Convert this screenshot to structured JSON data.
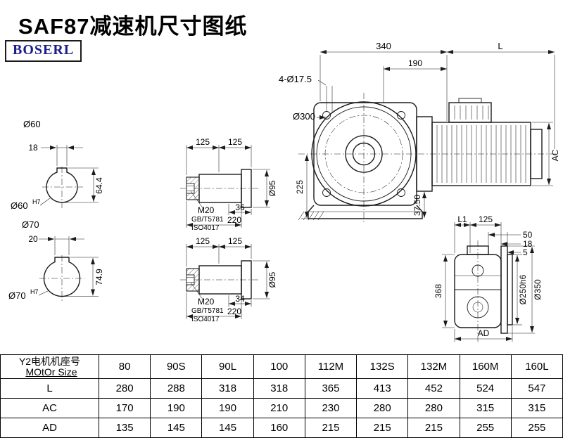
{
  "header": {
    "title": "SAF87减速机尺寸图纸",
    "logo": "BOSERL"
  },
  "drawing": {
    "cs1": {
      "dia": "Ø60",
      "key_w": "18",
      "key_h": "64.4",
      "bore": "Ø60",
      "bore_tol": "H7"
    },
    "cs2": {
      "dia": "Ø70",
      "key_w": "20",
      "key_h": "74.9",
      "bore": "Ø70",
      "bore_tol": "H7"
    },
    "shaft1": {
      "dim_a": "125",
      "dim_b": "125",
      "thread": "M20",
      "std1": "GB/T5781",
      "std2": "ISO4017",
      "key_len": "36",
      "total_len": "220",
      "dia": "Ø95"
    },
    "shaft2": {
      "dim_a": "125",
      "dim_b": "125",
      "thread": "M20",
      "std1": "GB/T5781",
      "std2": "ISO4017",
      "key_len": "34",
      "total_len": "220",
      "dia": "Ø95"
    },
    "front": {
      "dim_340": "340",
      "dim_L": "L",
      "dim_190": "190",
      "holes": "4-Ø17.5",
      "dia_300": "Ø300",
      "dim_225": "225",
      "dim_375": "37.50",
      "dim_AC": "AC"
    },
    "side": {
      "dim_L1": "L1",
      "dim_125": "125",
      "dim_50": "50",
      "dim_18": "18",
      "dim_5": "5",
      "dim_368": "368",
      "dia_250": "Ø250h6",
      "dia_350": "Ø350",
      "dim_AD": "AD"
    }
  },
  "table": {
    "row_header_cn": "Y2电机机座号",
    "row_header_en": "MOtOr Size",
    "sizes": [
      "80",
      "90S",
      "90L",
      "100",
      "112M",
      "132S",
      "132M",
      "160M",
      "160L"
    ],
    "rows": [
      {
        "label": "L",
        "values": [
          "280",
          "288",
          "318",
          "318",
          "365",
          "413",
          "452",
          "524",
          "547"
        ]
      },
      {
        "label": "AC",
        "values": [
          "170",
          "190",
          "190",
          "210",
          "230",
          "280",
          "280",
          "315",
          "315"
        ]
      },
      {
        "label": "AD",
        "values": [
          "135",
          "145",
          "145",
          "160",
          "215",
          "215",
          "215",
          "255",
          "255"
        ]
      }
    ]
  },
  "colors": {
    "line": "#1b1b1b",
    "logo_text": "#1b1b8f"
  }
}
